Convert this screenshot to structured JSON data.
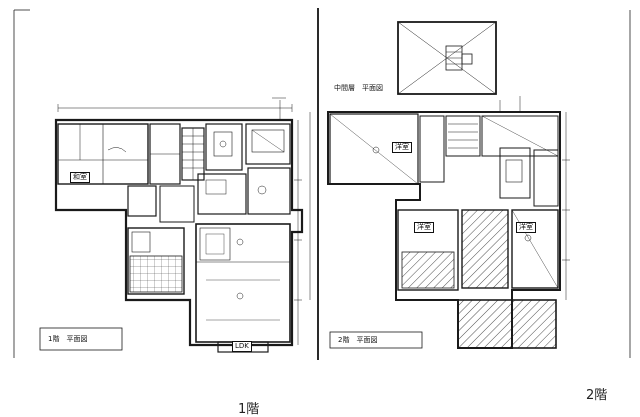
{
  "floor1": {
    "caption": "1階",
    "plan_title": "1階　平面図",
    "rooms": {
      "japanese": "和室",
      "ldk": "LDK"
    }
  },
  "floor2": {
    "caption": "2階",
    "plan_title": "2階　平面図",
    "mezzanine_title": "中間層　平面図",
    "rooms": {
      "western_a": "洋室",
      "western_b": "洋室",
      "western_c": "洋室"
    }
  },
  "colors": {
    "line": "#1a1a1a",
    "paper": "#ffffff"
  }
}
